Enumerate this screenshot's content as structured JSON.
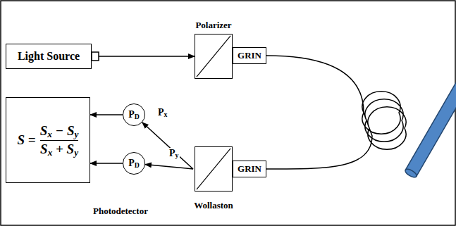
{
  "diagram": {
    "nodes": [
      {
        "text": [
          "Light Source"
        ]
      },
      {
        "text": [
          "Polarizer"
        ]
      },
      {
        "text": [
          "GRIN"
        ]
      },
      {
        "text": [
          "S =",
          "Sx − Sy",
          "Sx + Sy"
        ]
      },
      {
        "text": [
          "PD"
        ]
      },
      {
        "text": [
          "PD"
        ]
      },
      {
        "text": [
          "Wollaston"
        ]
      },
      {
        "text": [
          "GRIN"
        ]
      }
    ],
    "edges": [
      {
        "from": 0,
        "to": 1,
        "arrow": "to"
      },
      {
        "from": 2,
        "to": 7,
        "arrow": "none"
      },
      {
        "from": 6,
        "to": 4,
        "label": "Px",
        "arrow": "to"
      },
      {
        "from": 6,
        "to": 5,
        "label": "Py",
        "arrow": "to"
      },
      {
        "from": 4,
        "to": 3,
        "arrow": "to"
      },
      {
        "from": 5,
        "to": 3,
        "arrow": "to"
      }
    ],
    "labels": [
      "Photodetector"
    ]
  }
}
